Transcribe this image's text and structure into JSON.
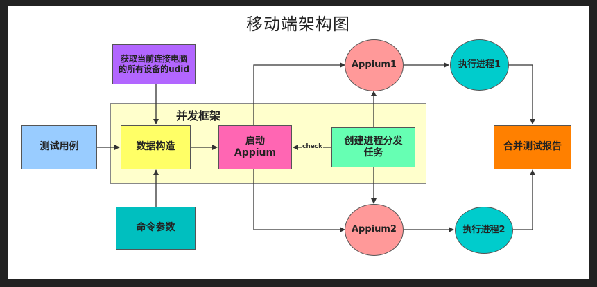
{
  "title": "移动端架构图",
  "group": {
    "label": "并发框架"
  },
  "nodes": {
    "udid": {
      "label": "获取当前连接电脑\n的所有设备的udid",
      "color": "#b266ff"
    },
    "testcase": {
      "label": "测试用例",
      "color": "#99ccff"
    },
    "data": {
      "label": "数据构造",
      "color": "#ffff66"
    },
    "start": {
      "label": "启动\nAppium",
      "color": "#ff66b3"
    },
    "task": {
      "label": "创建进程分发\n任务",
      "color": "#66ffb3"
    },
    "cmd": {
      "label": "命令参数",
      "color": "#00bfbf"
    },
    "appium1": {
      "label": "Appium1",
      "color": "#ff9999"
    },
    "appium2": {
      "label": "Appium2",
      "color": "#ff9999"
    },
    "proc1": {
      "label": "执行进程1",
      "color": "#00cccc"
    },
    "proc2": {
      "label": "执行进程2",
      "color": "#00cccc"
    },
    "report": {
      "label": "合并测试报告",
      "color": "#ff8000"
    }
  },
  "edge_labels": {
    "check": "check"
  }
}
